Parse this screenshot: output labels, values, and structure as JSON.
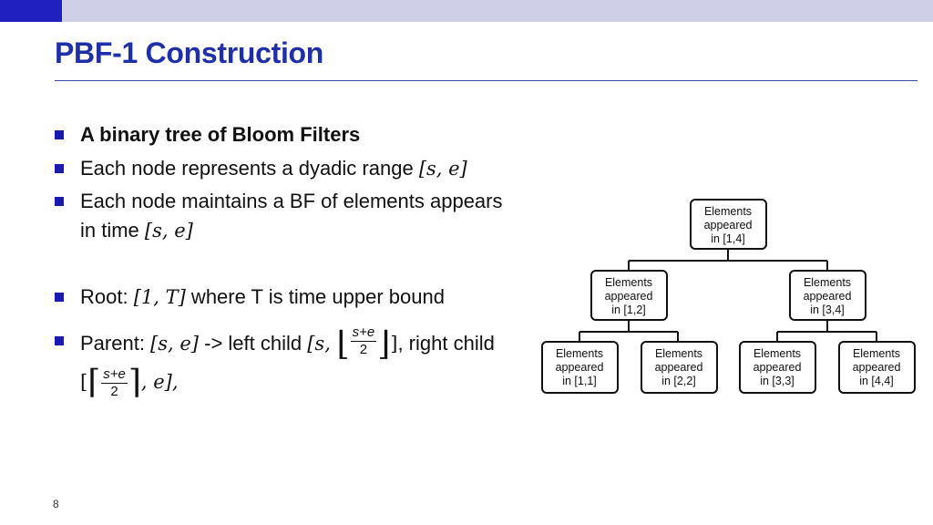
{
  "slide": {
    "title": "PBF-1 Construction",
    "page_number": "8"
  },
  "bullets": [
    {
      "text": "A binary tree of Bloom Filters"
    },
    {
      "prefix": "Each node represents a dyadic range ",
      "math": "[s, e]"
    },
    {
      "line1": "Each node maintains a BF of elements appears",
      "line2_prefix": "in time ",
      "math": "[s, e]"
    },
    {
      "prefix": "Root: ",
      "math": "[1, T]",
      "suffix": " where T is time upper bound"
    },
    {
      "prefix": "Parent: ",
      "parent_range": "[s, e]",
      "arrow": " -> left child ",
      "left_open": "[s, ",
      "frac_num": "s+e",
      "frac_den": "2",
      "left_close": "]",
      "right_label": ", right child",
      "right_open": "[",
      "right_close": ", e],"
    }
  ],
  "tree": {
    "nodes": [
      {
        "id": "root",
        "line1": "Elements",
        "line2": "appeared",
        "line3": "in [1,4]"
      },
      {
        "id": "left",
        "line1": "Elements",
        "line2": "appeared",
        "line3": "in [1,2]"
      },
      {
        "id": "right",
        "line1": "Elements",
        "line2": "appeared",
        "line3": "in [3,4]"
      },
      {
        "id": "ll",
        "line1": "Elements",
        "line2": "appeared",
        "line3": "in [1,1]"
      },
      {
        "id": "lr",
        "line1": "Elements",
        "line2": "appeared",
        "line3": "in [2,2]"
      },
      {
        "id": "rl",
        "line1": "Elements",
        "line2": "appeared",
        "line3": "in [3,3]"
      },
      {
        "id": "rr",
        "line1": "Elements",
        "line2": "appeared",
        "line3": "in [4,4]"
      }
    ]
  },
  "colors": {
    "title": "#1f2fa8",
    "bullet_square": "#1a1ab0",
    "top_bar": "#cfcfe8",
    "top_bar_accent": "#2020c0"
  }
}
